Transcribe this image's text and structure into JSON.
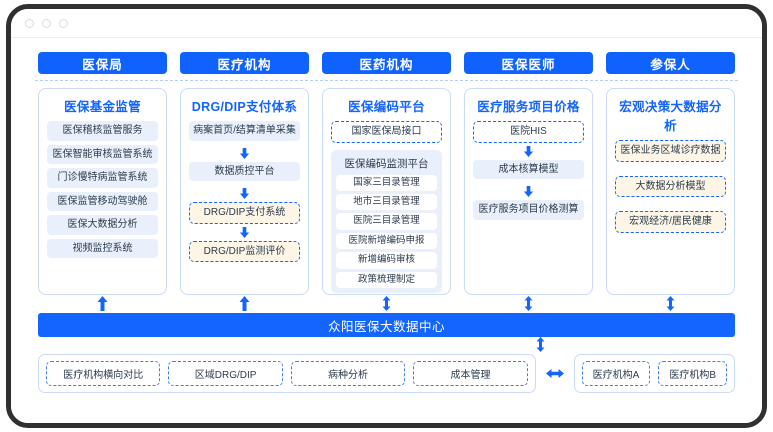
{
  "window": {
    "dots": [
      "close-dot",
      "minimize-dot",
      "maximize-dot"
    ]
  },
  "headers": [
    {
      "label": "医保局"
    },
    {
      "label": "医疗机构"
    },
    {
      "label": "医药机构"
    },
    {
      "label": "医保医师"
    },
    {
      "label": "参保人"
    }
  ],
  "columns": [
    {
      "title": "医保基金监管",
      "items": [
        "医保稽核监管服务",
        "医保智能审核监管系统",
        "门诊慢特病监管系统",
        "医保监管移动驾驶舱",
        "医保大数据分析",
        "视频监控系统"
      ]
    },
    {
      "title": "DRG/DIP支付体系",
      "items": [
        "病案首页/结算清单采集",
        "数据质控平台",
        "DRG/DIP支付系统",
        "DRG/DIP监测评价"
      ]
    },
    {
      "title": "医保编码平台",
      "interface": "国家医保局接口",
      "nested_title": "医保编码监测平台",
      "items": [
        "国家三目录管理",
        "地市三目录管理",
        "医院三目录管理",
        "医院新增编码申报",
        "新增编码审核",
        "政策梳理制定"
      ]
    },
    {
      "title": "医疗服务项目价格",
      "items": [
        "医院HIS",
        "成本核算模型",
        "医疗服务项目价格测算"
      ]
    },
    {
      "title": "宏观决策大数据分析",
      "items": [
        "医保业务区域诊疗数据",
        "大数据分析模型",
        "宏观经济/居民健康"
      ]
    }
  ],
  "hub": {
    "label": "众阳医保大数据中心"
  },
  "footer": {
    "left_chips": [
      "医疗机构横向对比",
      "区域DRG/DIP",
      "病种分析",
      "成本管理"
    ],
    "right_chips": [
      "医疗机构A",
      "医疗机构B"
    ]
  },
  "colors": {
    "header_blue": "#0f62fe",
    "hub_blue": "#1464ff",
    "pill_bg": "#e9f0fb",
    "dashed_bg": "#fdf6e6",
    "border_blue": "#c9dbf6",
    "frame_dark": "#2f3032"
  }
}
